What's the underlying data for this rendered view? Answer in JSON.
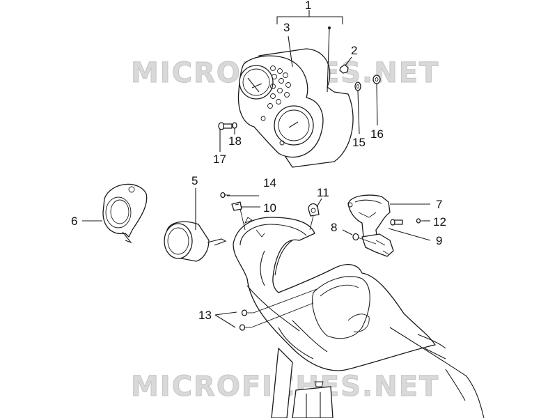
{
  "watermark": {
    "top": "MICROFICHES.NET",
    "bottom": "MICROFICHES.NET"
  },
  "callouts": {
    "c1": "1",
    "c2": "2",
    "c3": "3",
    "c5": "5",
    "c6": "6",
    "c7": "7",
    "c8": "8",
    "c9": "9",
    "c10": "10",
    "c11": "11",
    "c12": "12",
    "c13": "13",
    "c14": "14",
    "c15": "15",
    "c16": "16",
    "c17": "17",
    "c18": "18"
  }
}
